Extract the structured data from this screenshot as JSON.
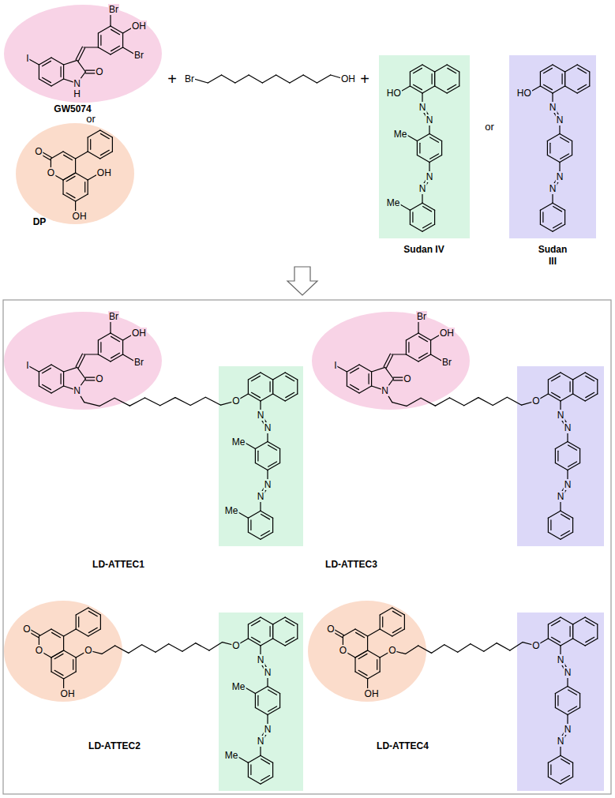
{
  "diagram": {
    "labels": [
      "Br",
      "OH",
      "Br",
      "I",
      "O",
      "N",
      "H",
      "GW5074",
      "or",
      "O",
      "O",
      "OH",
      "OH",
      "DP",
      "+",
      "Br",
      "OH",
      "+",
      "HO",
      "N",
      "N",
      "Me",
      "N",
      "N",
      "Me",
      "Sudan IV",
      "or",
      "HO",
      "N",
      "N",
      "N",
      "N",
      "Sudan III",
      "Br",
      "OH",
      "Br",
      "I",
      "O",
      "N",
      "O",
      "N",
      "N",
      "Me",
      "N",
      "N",
      "Me",
      "LD-ATTEC1",
      "Br",
      "OH",
      "Br",
      "I",
      "O",
      "N",
      "O",
      "N",
      "N",
      "N",
      "N",
      "LD-ATTEC3",
      "O",
      "O",
      "O",
      "OH",
      "O",
      "N",
      "N",
      "Me",
      "N",
      "N",
      "Me",
      "LD-ATTEC2",
      "O",
      "O",
      "O",
      "OH",
      "O",
      "N",
      "N",
      "N",
      "N",
      "LD-ATTEC4"
    ]
  }
}
